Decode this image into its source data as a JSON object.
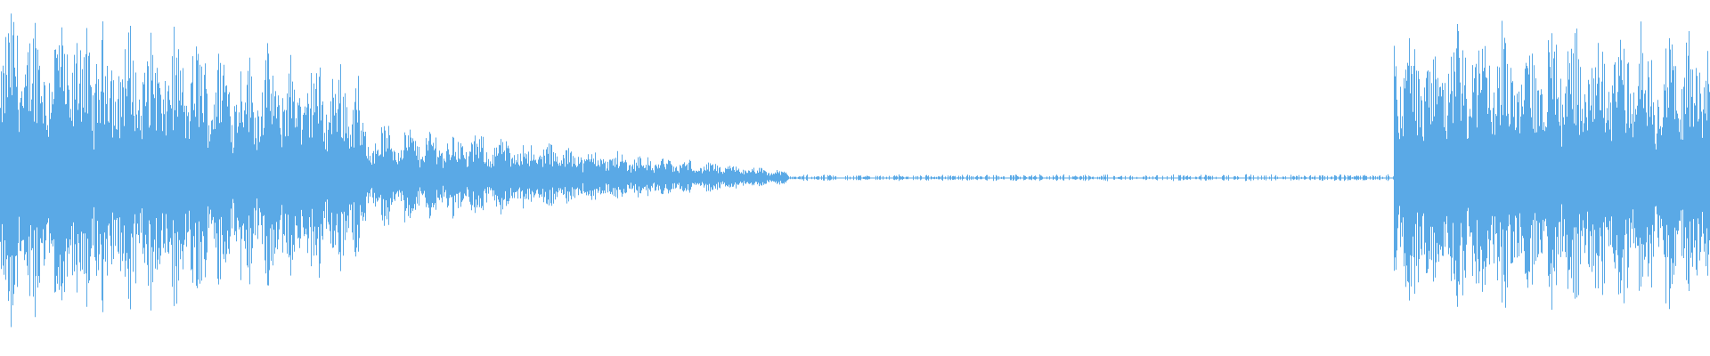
{
  "waveform": {
    "color": "#5aa9e6",
    "background": "#ffffff",
    "sections": [
      {
        "name": "loud-start",
        "start_fraction": 0.0,
        "end_fraction": 0.21,
        "amplitude_fraction": 0.48
      },
      {
        "name": "decay",
        "start_fraction": 0.21,
        "end_fraction": 0.46,
        "amplitude_fraction": 0.12
      },
      {
        "name": "near-silence",
        "start_fraction": 0.46,
        "end_fraction": 0.815,
        "amplitude_fraction": 0.01
      },
      {
        "name": "loud-end",
        "start_fraction": 0.815,
        "end_fraction": 1.0,
        "amplitude_fraction": 0.42
      }
    ]
  }
}
